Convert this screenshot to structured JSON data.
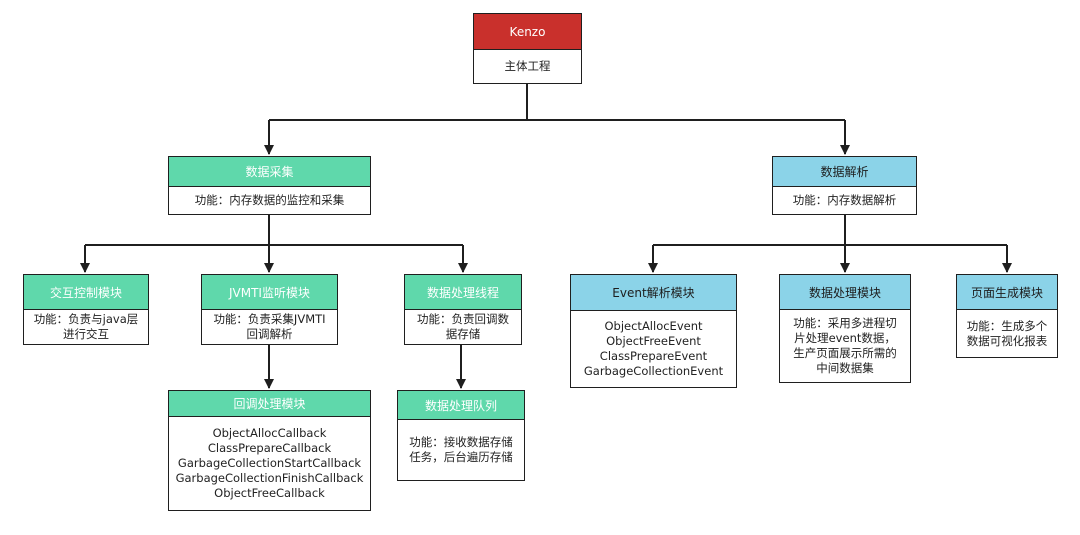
{
  "colors": {
    "root_header": "#c9302c",
    "collect_header": "#5fd8ab",
    "parse_header": "#8bd3e8",
    "line": "#1f1f1f"
  },
  "root": {
    "title": "Kenzo",
    "desc": [
      "主体工程"
    ]
  },
  "collect": {
    "title": "数据采集",
    "desc": [
      "功能：内存数据的监控和采集"
    ],
    "children": {
      "interaction": {
        "title": "交互控制模块",
        "desc": [
          "功能：负责与java层",
          "进行交互"
        ]
      },
      "jvmti": {
        "title": "JVMTI监听模块",
        "desc": [
          "功能：负责采集JVMTI",
          "回调解析"
        ]
      },
      "processing_thread": {
        "title": "数据处理线程",
        "desc": [
          "功能：负责回调数",
          "据存储"
        ]
      },
      "callback": {
        "title": "回调处理模块",
        "desc": [
          "ObjectAllocCallback",
          "ClassPrepareCallback",
          "GarbageCollectionStartCallback",
          "GarbageCollectionFinishCallback",
          "ObjectFreeCallback"
        ]
      },
      "queue": {
        "title": "数据处理队列",
        "desc": [
          "功能：接收数据存储",
          "任务，后台遍历存储"
        ]
      }
    }
  },
  "parse": {
    "title": "数据解析",
    "desc": [
      "功能：内存数据解析"
    ],
    "children": {
      "event": {
        "title": "Event解析模块",
        "desc": [
          "ObjectAllocEvent",
          "ObjectFreeEvent",
          "ClassPrepareEvent",
          "GarbageCollectionEvent"
        ]
      },
      "processing": {
        "title": "数据处理模块",
        "desc": [
          "功能：采用多进程切",
          "片处理event数据，",
          "生产页面展示所需的",
          "中间数据集"
        ]
      },
      "page": {
        "title": "页面生成模块",
        "desc": [
          "功能：生成多个",
          "数据可视化报表"
        ]
      }
    }
  }
}
